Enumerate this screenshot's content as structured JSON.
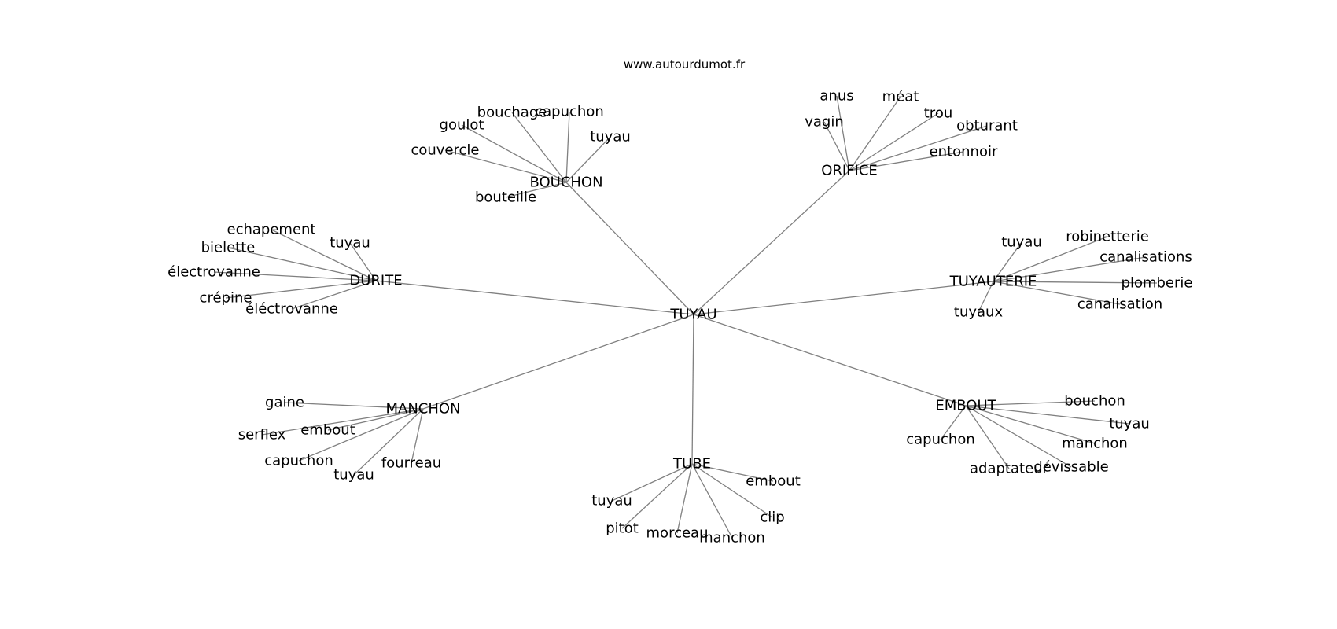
{
  "source": "www.autourdumot.fr",
  "colors": {
    "edge": "#808080",
    "text": "#000000",
    "background": "#ffffff"
  },
  "graph": {
    "center": {
      "id": "tuyau",
      "label": "TUYAU"
    },
    "groups": [
      {
        "id": "bouchon",
        "label": "BOUCHON",
        "leaves": [
          "bouchage",
          "capuchon",
          "goulot",
          "tuyau",
          "couvercle",
          "bouteille"
        ]
      },
      {
        "id": "orifice",
        "label": "ORIFICE",
        "leaves": [
          "anus",
          "méat",
          "vagin",
          "trou",
          "obturant",
          "entonnoir"
        ]
      },
      {
        "id": "durite",
        "label": "DURITE",
        "leaves": [
          "echapement",
          "tuyau",
          "bielette",
          "électrovanne",
          "crépine",
          "éléctrovanne"
        ]
      },
      {
        "id": "tuyauterie",
        "label": "TUYAUTERIE",
        "leaves": [
          "tuyau",
          "robinetterie",
          "canalisations",
          "plomberie",
          "canalisation",
          "tuyaux"
        ]
      },
      {
        "id": "manchon",
        "label": "MANCHON",
        "leaves": [
          "gaine",
          "serflex",
          "embout",
          "capuchon",
          "tuyau",
          "fourreau"
        ]
      },
      {
        "id": "embout",
        "label": "EMBOUT",
        "leaves": [
          "bouchon",
          "tuyau",
          "manchon",
          "capuchon",
          "adaptateur",
          "dévissable"
        ]
      },
      {
        "id": "tube",
        "label": "TUBE",
        "leaves": [
          "embout",
          "tuyau",
          "clip",
          "pitot",
          "morceau",
          "manchon"
        ]
      }
    ]
  }
}
